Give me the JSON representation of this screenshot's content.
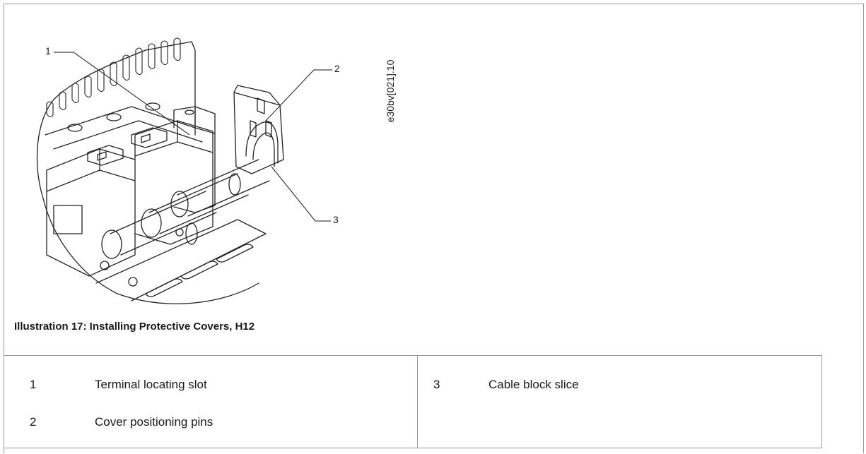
{
  "figure": {
    "code": "e30bv[021].10",
    "callouts": [
      "1",
      "2",
      "3"
    ],
    "caption": "Illustration 17: Installing Protective Covers, H12"
  },
  "legend": {
    "left": [
      {
        "num": "1",
        "label": "Terminal locating slot"
      },
      {
        "num": "2",
        "label": "Cover positioning pins"
      }
    ],
    "right": [
      {
        "num": "3",
        "label": "Cable block slice"
      }
    ]
  }
}
